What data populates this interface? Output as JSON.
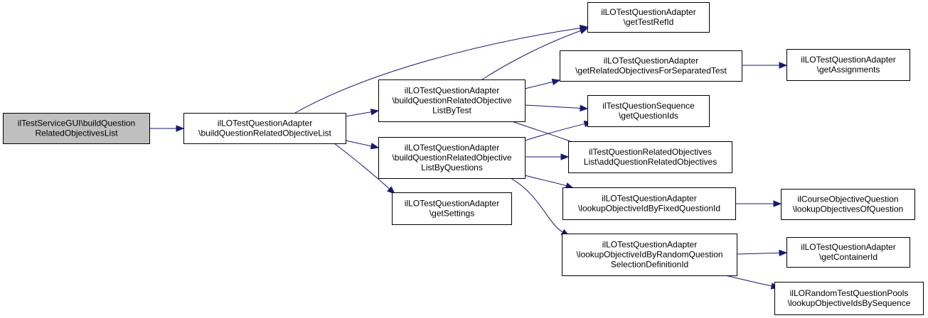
{
  "nodes": [
    {
      "id": "root",
      "lines": [
        "ilTestServiceGUI\\buildQuestion",
        "RelatedObjectivesList"
      ],
      "root": true,
      "name": "node-build-question-related-objectives-list"
    },
    {
      "id": "n1",
      "lines": [
        "ilLOTestQuestionAdapter",
        "\\buildQuestionRelatedObjectiveList"
      ],
      "name": "node-build-question-related-objective-list"
    },
    {
      "id": "n2",
      "lines": [
        "ilLOTestQuestionAdapter",
        "\\buildQuestionRelatedObjective",
        "ListByTest"
      ],
      "name": "node-build-list-by-test"
    },
    {
      "id": "n3",
      "lines": [
        "ilLOTestQuestionAdapter",
        "\\buildQuestionRelatedObjective",
        "ListByQuestions"
      ],
      "name": "node-build-list-by-questions"
    },
    {
      "id": "n4",
      "lines": [
        "ilLOTestQuestionAdapter",
        "\\getSettings"
      ],
      "name": "node-get-settings"
    },
    {
      "id": "n5",
      "lines": [
        "ilLOTestQuestionAdapter",
        "\\getTestRefId"
      ],
      "name": "node-get-test-ref-id"
    },
    {
      "id": "n6",
      "lines": [
        "ilLOTestQuestionAdapter",
        "\\getRelatedObjectivesForSeparatedTest"
      ],
      "name": "node-get-related-objectives-for-separated-test"
    },
    {
      "id": "n7",
      "lines": [
        "ilTestQuestionSequence",
        "\\getQuestionIds"
      ],
      "name": "node-get-question-ids"
    },
    {
      "id": "n8",
      "lines": [
        "ilTestQuestionRelatedObjectives",
        "List\\addQuestionRelatedObjectives"
      ],
      "name": "node-add-question-related-objectives"
    },
    {
      "id": "n9",
      "lines": [
        "ilLOTestQuestionAdapter",
        "\\lookupObjectiveIdByFixedQuestionId"
      ],
      "name": "node-lookup-objective-id-by-fixed-question-id"
    },
    {
      "id": "n10",
      "lines": [
        "ilLOTestQuestionAdapter",
        "\\lookupObjectiveIdByRandomQuestion",
        "SelectionDefinitionId"
      ],
      "name": "node-lookup-objective-id-by-random-question"
    },
    {
      "id": "n11",
      "lines": [
        "ilLOTestQuestionAdapter",
        "\\getAssignments"
      ],
      "name": "node-get-assignments"
    },
    {
      "id": "n12",
      "lines": [
        "ilCourseObjectiveQuestion",
        "\\lookupObjectivesOfQuestion"
      ],
      "name": "node-lookup-objectives-of-question"
    },
    {
      "id": "n13",
      "lines": [
        "ilLOTestQuestionAdapter",
        "\\getContainerId"
      ],
      "name": "node-get-container-id"
    },
    {
      "id": "n14",
      "lines": [
        "ilLORandomTestQuestionPools",
        "\\lookupObjectiveIdsBySequence"
      ],
      "name": "node-lookup-objective-ids-by-sequence"
    }
  ],
  "edges": [
    {
      "from": "root",
      "to": "n1"
    },
    {
      "from": "n1",
      "to": "n5"
    },
    {
      "from": "n1",
      "to": "n2"
    },
    {
      "from": "n1",
      "to": "n3"
    },
    {
      "from": "n1",
      "to": "n4"
    },
    {
      "from": "n2",
      "to": "n5"
    },
    {
      "from": "n2",
      "to": "n6"
    },
    {
      "from": "n2",
      "to": "n7"
    },
    {
      "from": "n2",
      "to": "n8"
    },
    {
      "from": "n3",
      "to": "n7"
    },
    {
      "from": "n3",
      "to": "n8"
    },
    {
      "from": "n3",
      "to": "n9"
    },
    {
      "from": "n3",
      "to": "n10"
    },
    {
      "from": "n6",
      "to": "n11"
    },
    {
      "from": "n9",
      "to": "n12"
    },
    {
      "from": "n10",
      "to": "n13"
    },
    {
      "from": "n10",
      "to": "n14"
    }
  ],
  "colors": {
    "edge": "#191970",
    "root_fill": "#bfbfbf",
    "node_fill": "#ffffff",
    "node_stroke": "#000000"
  }
}
